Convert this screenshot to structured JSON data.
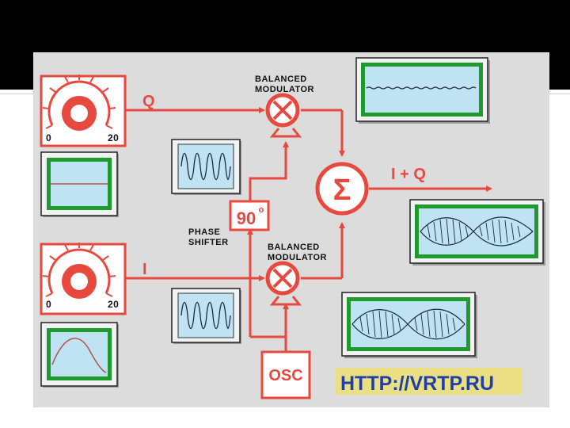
{
  "labels": {
    "q_signal": "Q",
    "i_signal": "I",
    "sum_output": "I + Q",
    "mod_top_line1": "BALANCED",
    "mod_top_line2": "MODULATOR",
    "mod_bottom_line1": "BALANCED",
    "mod_bottom_line2": "MODULATOR",
    "phase_line1": "PHASE",
    "phase_line2": "SHIFTER",
    "phase_value": "90",
    "phase_unit": "o",
    "oscillator": "OSC",
    "knob_top_min": "0",
    "knob_top_max": "20",
    "knob_bottom_min": "0",
    "knob_bottom_max": "20",
    "sum_symbol": "Σ",
    "multiply_symbol": "⊗",
    "watermark": "HTTP://VRTP.RU"
  },
  "colors": {
    "signal_red": "#e8493f",
    "screen_fill": "#bfe3f2",
    "screen_border": "#1e9a2e",
    "panel_bg": "#dcdcdc",
    "watermark_blue": "#1e3fa6",
    "watermark_bg": "#f5e33a"
  }
}
